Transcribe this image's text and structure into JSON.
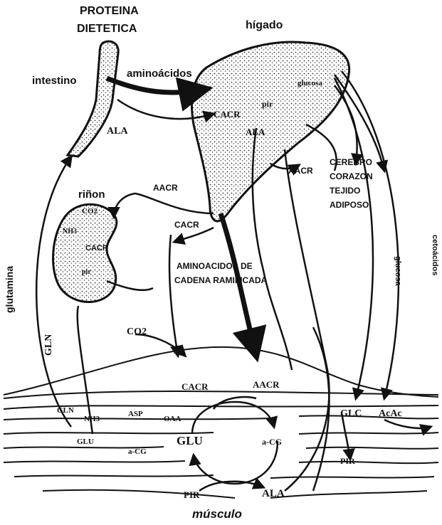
{
  "labels": {
    "protein_line1": "PROTEINA",
    "protein_line2": "DIETETICA",
    "liver": "hígado",
    "intestine": "intestino",
    "amino_acids": "aminoácidos",
    "ala_top": "ALA",
    "cacr_liver": "CACR",
    "pir_liver": "pir",
    "ala_liver": "ALA",
    "glucose": "glucosa",
    "aacr_right": "AACR",
    "organs_1": "CEREBRO",
    "organs_2": "CORAZON",
    "organs_3": "TEJIDO",
    "organs_4": "ADIPOSO",
    "kidney": "riñon",
    "aacr_kidney": "AACR",
    "cacr_mid": "CACR",
    "cacr_kidney": "CACR",
    "co2_kidney": "CO2",
    "nh3_kidney": "NH3",
    "pir_kidney": "pir",
    "bcaa_line1": "AMINOACIDOS DE",
    "bcaa_line2": "CADENA RAMIFICADA",
    "glutamine": "glutamina",
    "gln_left": "GLN",
    "glucose_right": "glucosa",
    "ketones": "cetoácidos",
    "co2_muscle": "CO2",
    "cacr_muscle": "CACR",
    "aacr_muscle": "AACR",
    "gln_muscle": "GLN",
    "nh3_muscle": "NH3",
    "asp": "ASP",
    "oaa": "OAA",
    "glu_small": "GLU",
    "glu_big": "GLU",
    "acg": "a-CG",
    "acg2": "a-CG",
    "glc": "GLC",
    "acac": "AcAc",
    "pir_right": "PIR",
    "pir_bottom": "PIR",
    "ala_bottom": "ALA",
    "muscle": "músculo"
  },
  "colors": {
    "ink": "#111111",
    "stipple": "#333333",
    "paper": "#ffffff"
  }
}
